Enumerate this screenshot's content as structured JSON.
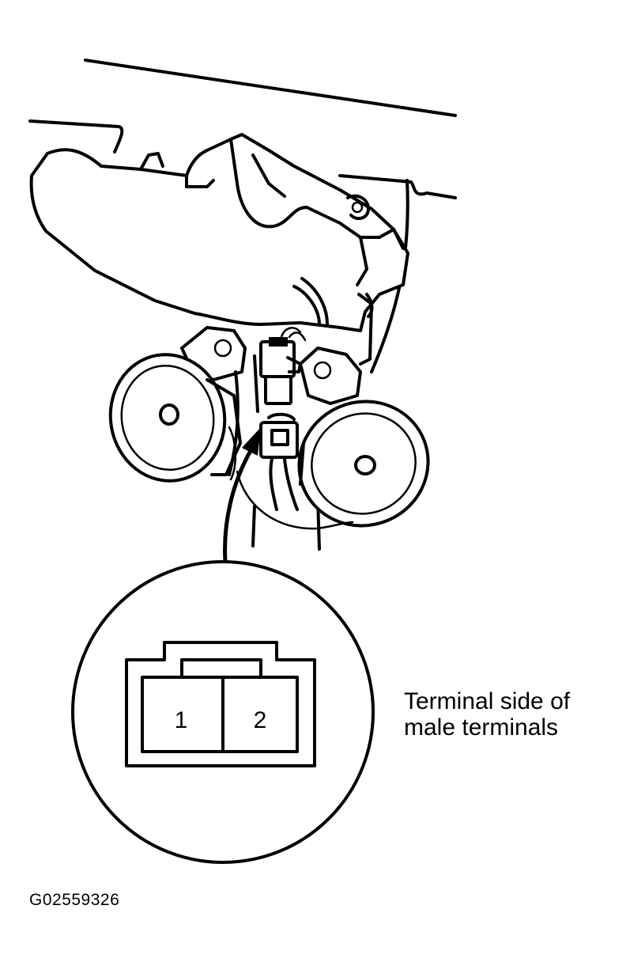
{
  "callout": {
    "line1": "Terminal side of",
    "line2": "male terminals"
  },
  "connector": {
    "pins": [
      {
        "label": "1"
      },
      {
        "label": "2"
      }
    ]
  },
  "figure_id": "G02559326"
}
